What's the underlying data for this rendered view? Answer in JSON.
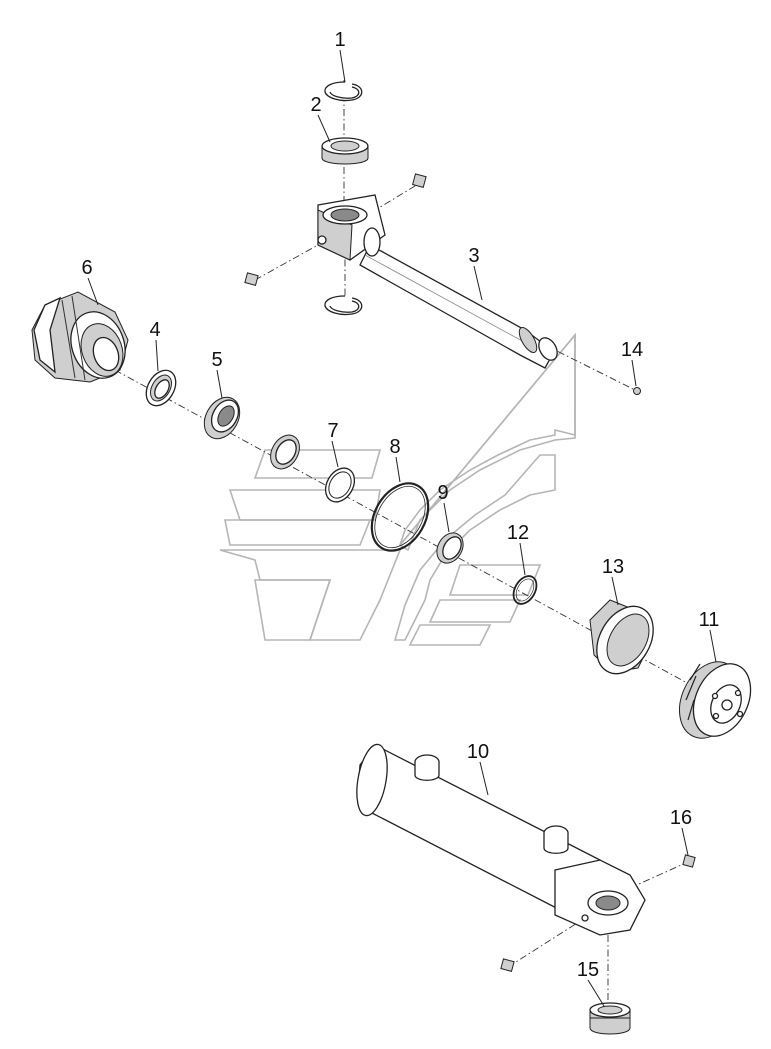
{
  "callouts": [
    {
      "id": "1",
      "label": "1"
    },
    {
      "id": "2",
      "label": "2"
    },
    {
      "id": "3",
      "label": "3"
    },
    {
      "id": "4",
      "label": "4"
    },
    {
      "id": "5",
      "label": "5"
    },
    {
      "id": "6",
      "label": "6"
    },
    {
      "id": "7",
      "label": "7"
    },
    {
      "id": "8",
      "label": "8"
    },
    {
      "id": "9",
      "label": "9"
    },
    {
      "id": "10",
      "label": "10"
    },
    {
      "id": "11",
      "label": "11"
    },
    {
      "id": "12",
      "label": "12"
    },
    {
      "id": "13",
      "label": "13"
    },
    {
      "id": "14",
      "label": "14"
    },
    {
      "id": "15",
      "label": "15"
    },
    {
      "id": "16",
      "label": "16"
    }
  ],
  "parts": {
    "p1": "snap-ring",
    "p2": "spherical-bearing",
    "p3": "piston-rod",
    "p4": "seal-ring",
    "p5": "wiper-seal",
    "p6": "cylinder-head",
    "p7": "o-ring",
    "p8": "o-ring-large",
    "p9": "seal-ring",
    "p10": "cylinder-barrel",
    "p11": "piston",
    "p12": "o-ring-small",
    "p13": "wear-ring",
    "p14": "grease-nipple",
    "p15": "spherical-bearing",
    "p16": "grease-nipple"
  }
}
